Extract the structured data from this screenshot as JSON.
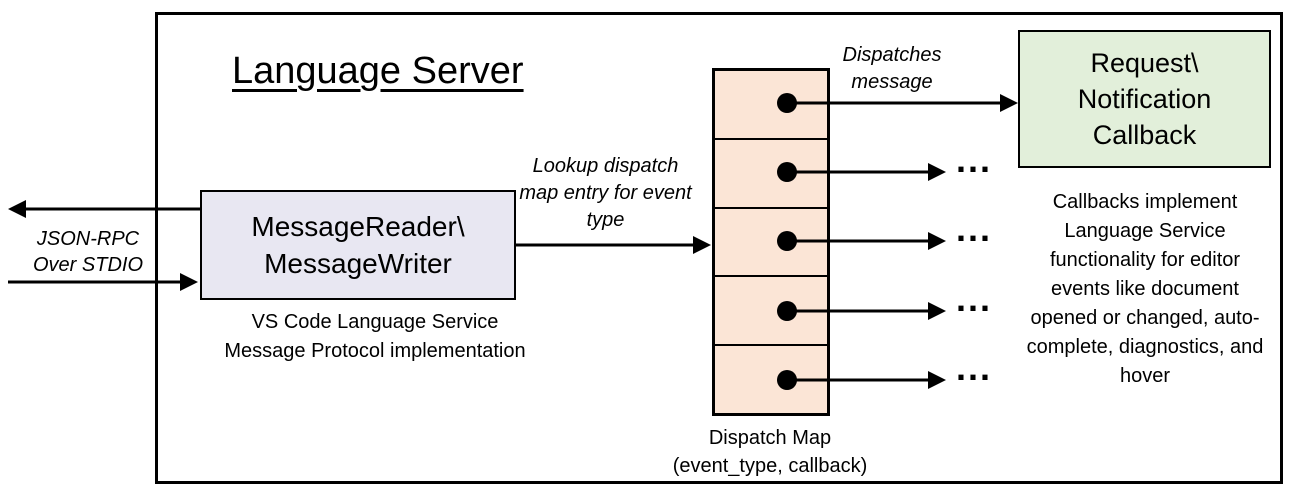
{
  "title": "Language Server",
  "io_label": "JSON-RPC Over STDIO",
  "message_box": {
    "text": "MessageReader\\\nMessageWriter",
    "caption": "VS Code Language Service\nMessage Protocol implementation"
  },
  "lookup_label": "Lookup dispatch map entry for event type",
  "dispatch_map": {
    "row_count": 5,
    "label": "Dispatch Map\n(event_type, callback)"
  },
  "dispatches_label": "Dispatches message",
  "callback_box": {
    "text": "Request\\\nNotification\nCallback"
  },
  "ellipsis": "...",
  "right_note": "Callbacks implement Language Service functionality for editor events like document opened or changed, auto-complete, diagnostics, and hover",
  "colors": {
    "line": "#000000",
    "message_box_fill": "#e8e7f2",
    "dispatch_map_fill": "#fbe5d6",
    "callback_box_fill": "#e2efda"
  }
}
